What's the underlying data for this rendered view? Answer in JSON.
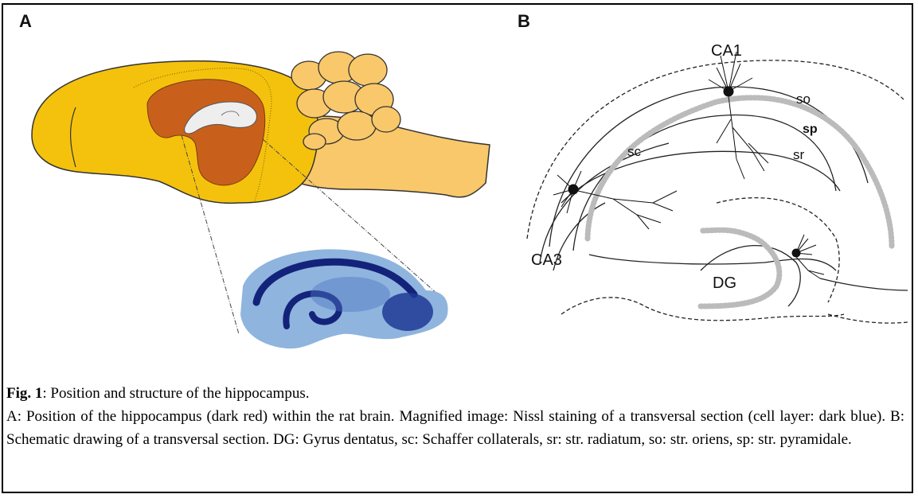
{
  "panels": {
    "a_label": "A",
    "b_label": "B"
  },
  "diagram_labels": {
    "ca1": "CA1",
    "ca3": "CA3",
    "dg": "DG",
    "so": "so",
    "sp": "sp",
    "sr": "sr",
    "sc": "sc"
  },
  "caption": {
    "fig_label": "Fig. 1",
    "title": ": Position and structure of the hippocampus.",
    "line_a": "A: Position of the hippocampus (dark red) within the rat brain. Magnified image: Nissl staining of a transversal section (cell  layer: dark blue). B: Schematic drawing of a transversal section.  DG: Gyrus dentatus, sc: Schaffer collaterals, sr: str. radiatum, so: str. oriens, sp: str. pyramidale."
  },
  "colors": {
    "cortex": "#f4c20d",
    "cerebellum": "#f9c86a",
    "hippocampus": "#c8601c",
    "ventricle": "#e6e6e6",
    "nissl_light": "#8fb4de",
    "nissl_dark": "#13237a"
  }
}
